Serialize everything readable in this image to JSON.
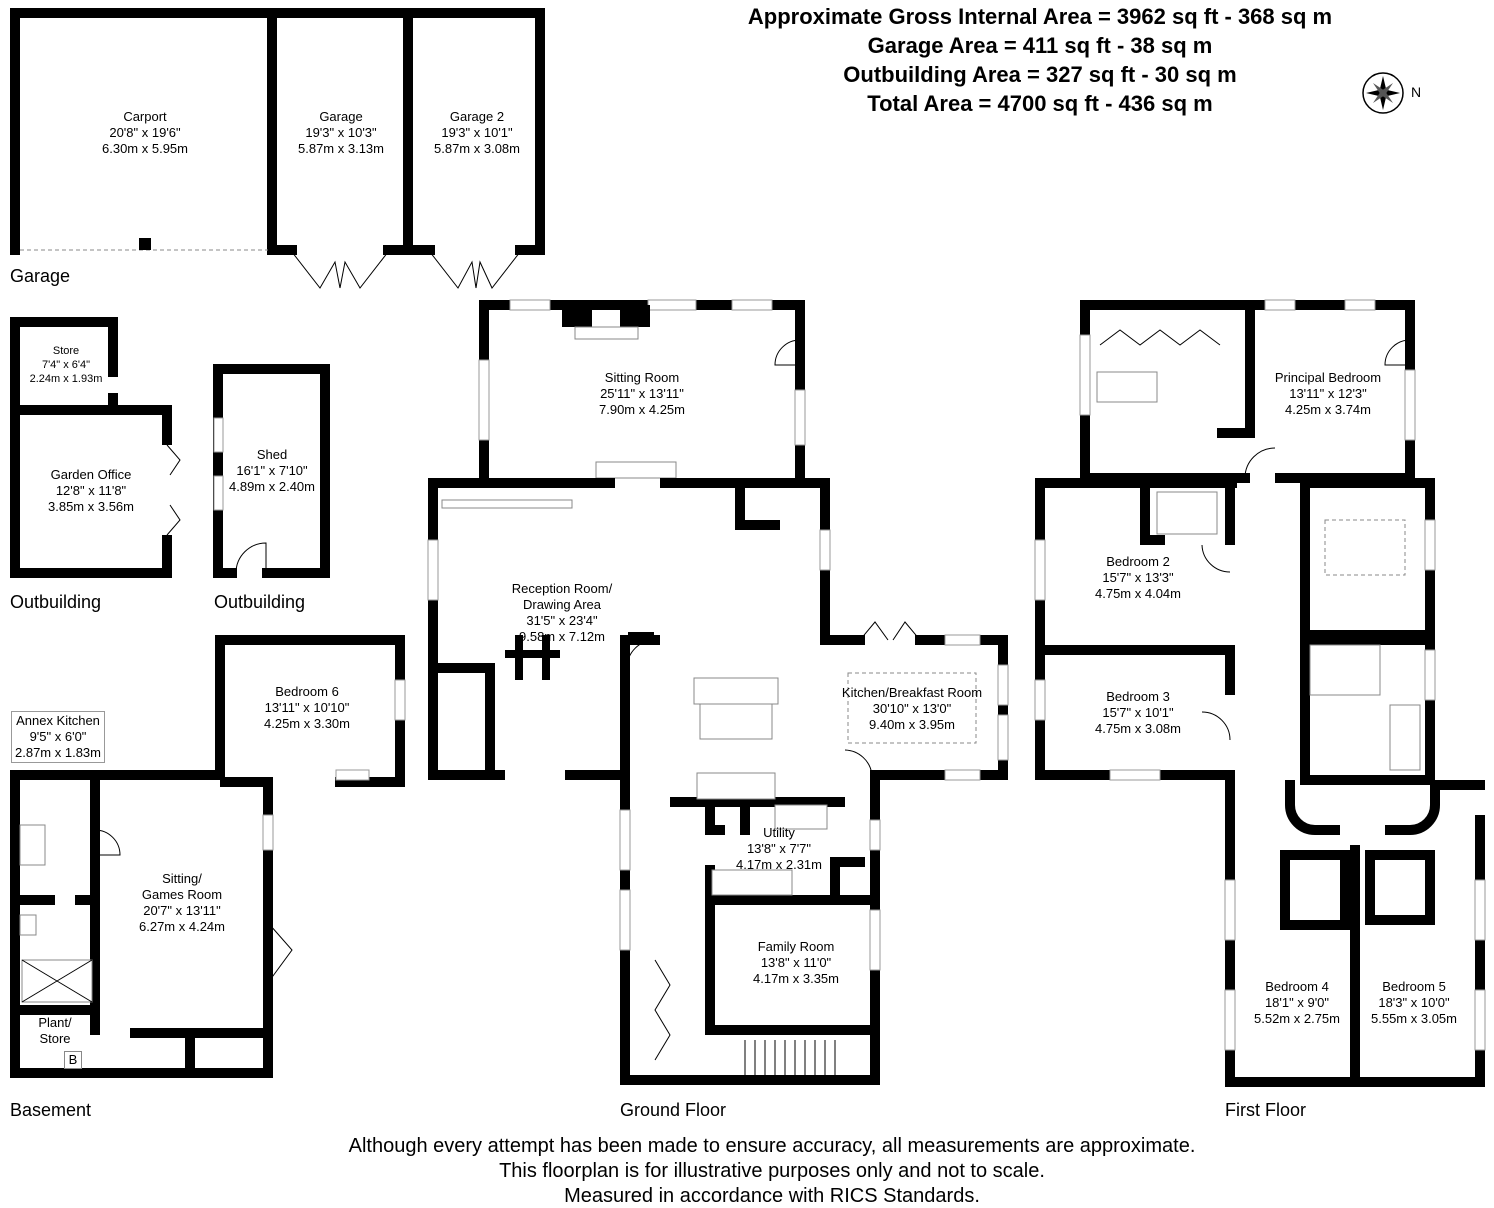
{
  "header": {
    "line1": "Approximate Gross Internal Area = 3962 sq ft - 368 sq m",
    "line2": "Garage Area = 411 sq ft - 38 sq m",
    "line3": "Outbuilding Area = 327 sq ft - 30 sq m",
    "line4": "Total Area = 4700 sq ft - 436 sq m"
  },
  "compass": {
    "label": "N"
  },
  "floors": {
    "garage": "Garage",
    "outbuilding1": "Outbuilding",
    "outbuilding2": "Outbuilding",
    "basement": "Basement",
    "ground": "Ground Floor",
    "first": "First Floor"
  },
  "rooms": {
    "carport": {
      "name": "Carport",
      "imperial": "20'8\" x 19'6\"",
      "metric": "6.30m x 5.95m"
    },
    "garage": {
      "name": "Garage",
      "imperial": "19'3\" x 10'3\"",
      "metric": "5.87m x 3.13m"
    },
    "garage2": {
      "name": "Garage 2",
      "imperial": "19'3\" x 10'1\"",
      "metric": "5.87m x 3.08m"
    },
    "store": {
      "name": "Store",
      "imperial": "7'4\" x 6'4\"",
      "metric": "2.24m x 1.93m"
    },
    "garden_office": {
      "name": "Garden Office",
      "imperial": "12'8\" x 11'8\"",
      "metric": "3.85m x 3.56m"
    },
    "shed": {
      "name": "Shed",
      "imperial": "16'1\" x 7'10\"",
      "metric": "4.89m x 2.40m"
    },
    "sitting_room": {
      "name": "Sitting Room",
      "imperial": "25'11\" x 13'11\"",
      "metric": "7.90m x 4.25m"
    },
    "reception": {
      "name1": "Reception Room/",
      "name2": "Drawing Area",
      "imperial": "31'5\" x 23'4\"",
      "metric": "9.58m x 7.12m"
    },
    "kitchen": {
      "name": "Kitchen/Breakfast Room",
      "imperial": "30'10\" x 13'0\"",
      "metric": "9.40m x 3.95m"
    },
    "utility": {
      "name": "Utility",
      "imperial": "13'8\" x 7'7\"",
      "metric": "4.17m x 2.31m"
    },
    "family_room": {
      "name": "Family Room",
      "imperial": "13'8\" x 11'0\"",
      "metric": "4.17m x 3.35m"
    },
    "principal_bedroom": {
      "name": "Principal Bedroom",
      "imperial": "13'11\" x 12'3\"",
      "metric": "4.25m x 3.74m"
    },
    "bedroom2": {
      "name": "Bedroom 2",
      "imperial": "15'7\" x 13'3\"",
      "metric": "4.75m x 4.04m"
    },
    "bedroom3": {
      "name": "Bedroom 3",
      "imperial": "15'7\" x 10'1\"",
      "metric": "4.75m x 3.08m"
    },
    "bedroom4": {
      "name": "Bedroom 4",
      "imperial": "18'1\" x 9'0\"",
      "metric": "5.52m x 2.75m"
    },
    "bedroom5": {
      "name": "Bedroom 5",
      "imperial": "18'3\" x 10'0\"",
      "metric": "5.55m x 3.05m"
    },
    "bedroom6": {
      "name": "Bedroom 6",
      "imperial": "13'11\" x 10'10\"",
      "metric": "4.25m x 3.30m"
    },
    "annex_kitchen": {
      "name": "Annex Kitchen",
      "imperial": "9'5\" x 6'0\"",
      "metric": "2.87m x 1.83m"
    },
    "sitting_games": {
      "name1": "Sitting/",
      "name2": "Games Room",
      "imperial": "20'7\" x 13'11\"",
      "metric": "6.27m x 4.24m"
    },
    "plant_store": {
      "name1": "Plant/",
      "name2": "Store",
      "boiler": "B"
    }
  },
  "footer": {
    "line1": "Although every attempt has been made to ensure accuracy, all measurements are approximate.",
    "line2": "This floorplan is for illustrative purposes only and not to scale.",
    "line3": "Measured in accordance with RICS Standards."
  }
}
